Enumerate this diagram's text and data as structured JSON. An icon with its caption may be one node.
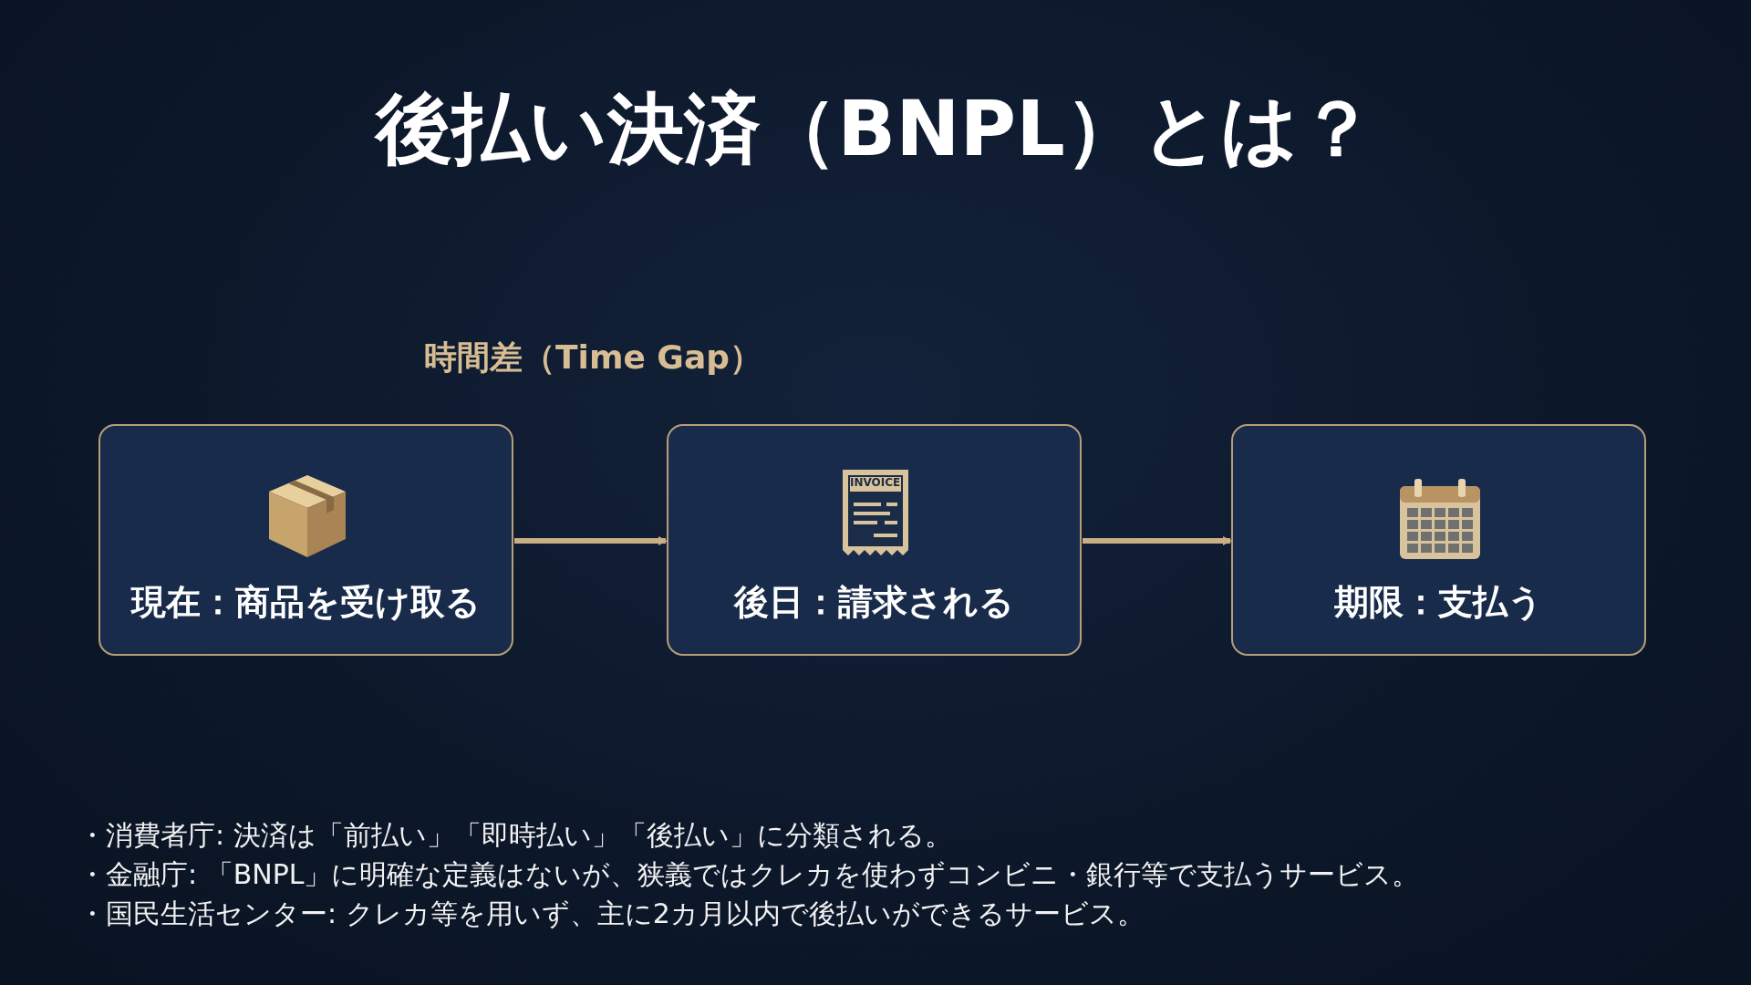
{
  "diagram": {
    "title": "後払い決済（BNPL）とは？",
    "nodes": [
      {
        "text": [
          "現在：商品を受け取る"
        ]
      },
      {
        "text": [
          "後日：請求される"
        ]
      },
      {
        "text": [
          "期限：支払う"
        ]
      }
    ],
    "edges": [
      {
        "from": 0,
        "to": 1,
        "arrow": "to"
      },
      {
        "from": 1,
        "to": 2,
        "arrow": "to"
      }
    ],
    "labels": [
      "時間差（Time Gap）",
      "INVOICE",
      "・消費者庁: 決済は「前払い」「即時払い」「後払い」に分類される。",
      "・金融庁: 「BNPL」に明確な定義はないが、狭義ではクレカを使わずコンビニ・銀行等で支払うサービス。",
      "・国民生活センター: クレカ等を用いず、主に2カ月以内で後払いができるサービス。"
    ]
  }
}
